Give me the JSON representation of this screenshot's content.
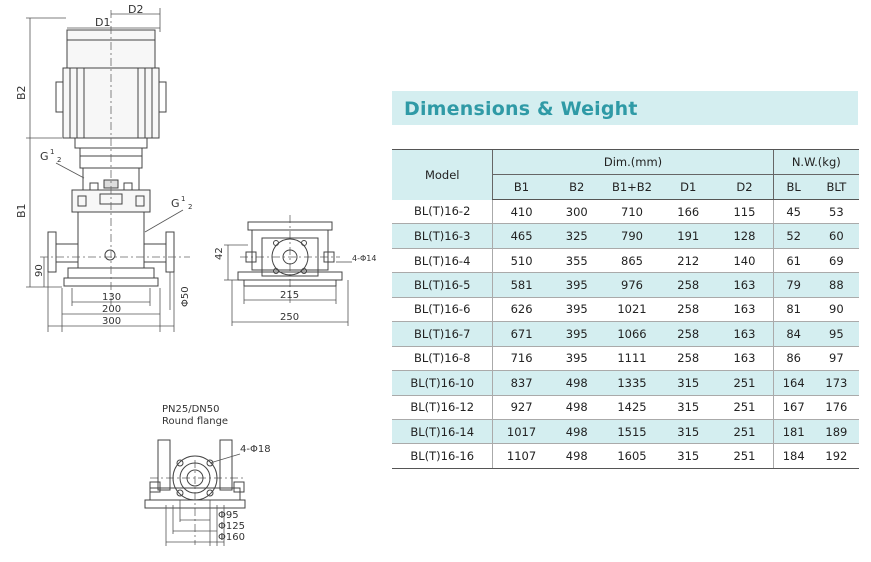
{
  "title": "Dimensions & Weight",
  "table": {
    "model_header": "Model",
    "dim_header": "Dim.(mm)",
    "weight_header": "N.W.(kg)",
    "sub_headers": [
      "B1",
      "B2",
      "B1+B2",
      "D1",
      "D2",
      "BL",
      "BLT"
    ],
    "rows": [
      [
        "BL(T)16-2",
        "410",
        "300",
        "710",
        "166",
        "115",
        "45",
        "53"
      ],
      [
        "BL(T)16-3",
        "465",
        "325",
        "790",
        "191",
        "128",
        "52",
        "60"
      ],
      [
        "BL(T)16-4",
        "510",
        "355",
        "865",
        "212",
        "140",
        "61",
        "69"
      ],
      [
        "BL(T)16-5",
        "581",
        "395",
        "976",
        "258",
        "163",
        "79",
        "88"
      ],
      [
        "BL(T)16-6",
        "626",
        "395",
        "1021",
        "258",
        "163",
        "81",
        "90"
      ],
      [
        "BL(T)16-7",
        "671",
        "395",
        "1066",
        "258",
        "163",
        "84",
        "95"
      ],
      [
        "BL(T)16-8",
        "716",
        "395",
        "1111",
        "258",
        "163",
        "86",
        "97"
      ],
      [
        "BL(T)16-10",
        "837",
        "498",
        "1335",
        "315",
        "251",
        "164",
        "173"
      ],
      [
        "BL(T)16-12",
        "927",
        "498",
        "1425",
        "315",
        "251",
        "167",
        "176"
      ],
      [
        "BL(T)16-14",
        "1017",
        "498",
        "1515",
        "315",
        "251",
        "181",
        "189"
      ],
      [
        "BL(T)16-16",
        "1107",
        "498",
        "1605",
        "315",
        "251",
        "184",
        "192"
      ]
    ]
  },
  "drawing": {
    "labels": {
      "d1": "D1",
      "d2": "D2",
      "b2": "B2",
      "b1": "B1",
      "g_top": "G",
      "g_right": "G",
      "g_exp": "1",
      "g_den": "2",
      "h90": "90",
      "phi50": "Φ50",
      "w130": "130",
      "w200": "200",
      "w300": "300",
      "h42": "42",
      "w215": "215",
      "w250": "250",
      "holes14": "4-Φ14",
      "flange_title": "PN25/DN50",
      "flange_sub": "Round flange",
      "holes18": "4-Φ18",
      "phi95": "Φ95",
      "phi125": "Φ125",
      "phi160": "Φ160"
    }
  }
}
